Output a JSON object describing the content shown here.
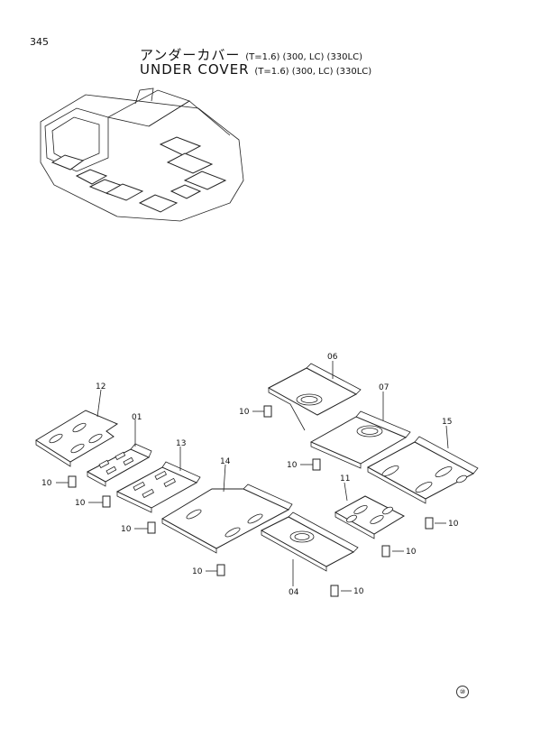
{
  "header": {
    "page_number": "345",
    "title_jp": "アンダーカバー",
    "title_en": "UNDER  COVER",
    "variant_jp": "(T=1.6) (300, LC) (330LC)",
    "variant_en": "(T=1.6) (300, LC) (330LC)"
  },
  "callouts": {
    "p01": "01",
    "p04": "04",
    "p06": "06",
    "p07": "07",
    "p11": "11",
    "p12": "12",
    "p13": "13",
    "p14": "14",
    "p15": "15",
    "bolt": "10"
  },
  "footer_mark": "⑩"
}
